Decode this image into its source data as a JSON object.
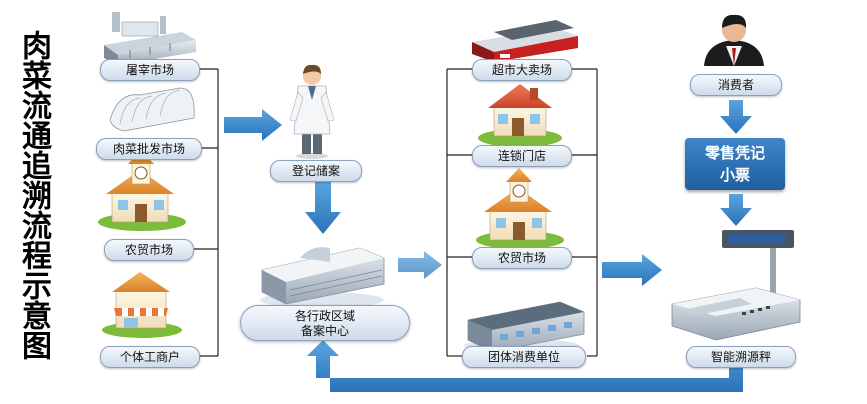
{
  "title": "肉菜流通追溯流程示意图",
  "sources": [
    "屠宰市场",
    "肉菜批发市场",
    "农贸市场",
    "个体工商户"
  ],
  "registration": "登记储案",
  "center": {
    "line1": "各行政区域",
    "line2": "备案中心"
  },
  "outlets": [
    "超市大卖场",
    "连锁门店",
    "农贸市场",
    "团体消费单位"
  ],
  "consumer": "消费者",
  "receipt": {
    "line1": "零售凭记",
    "line2": "小票"
  },
  "scale": "智能溯源秤",
  "colors": {
    "arrow": "#3a86c8",
    "pill_border": "#8aa0bb",
    "receipt": "#2a6fb3"
  }
}
